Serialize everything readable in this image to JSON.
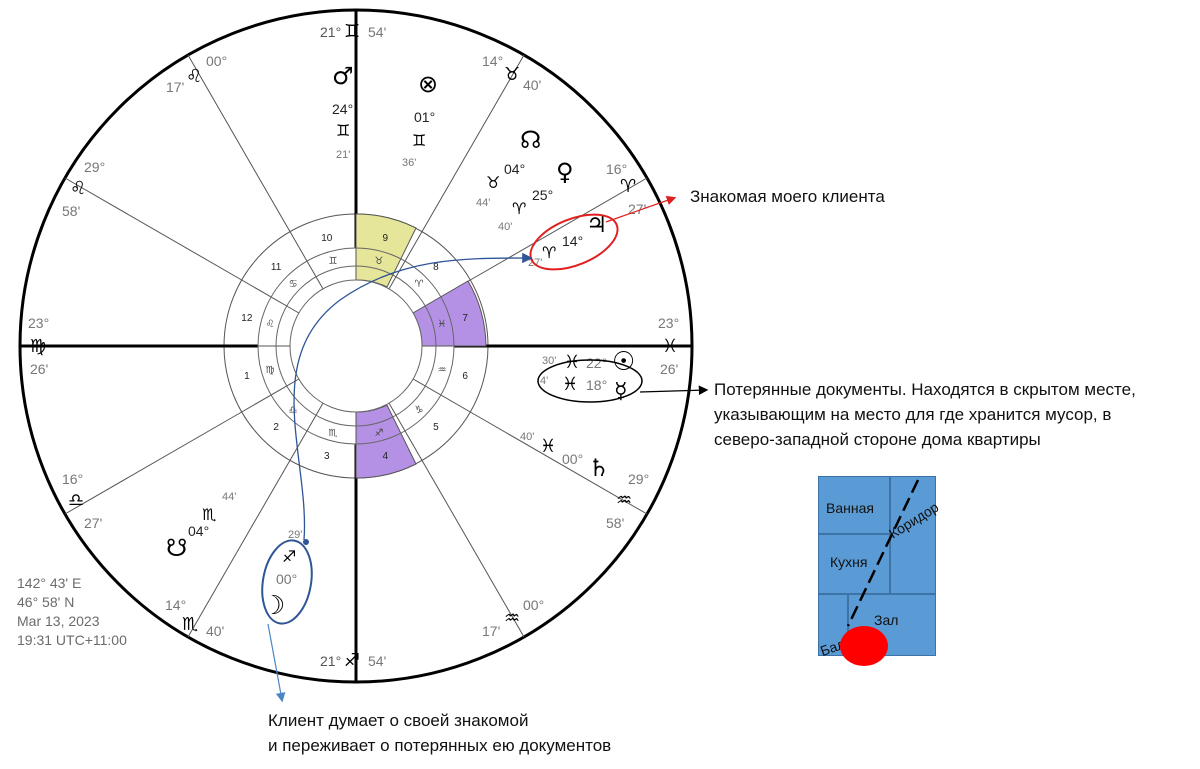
{
  "wheel": {
    "cusps": [
      {
        "id": "mc",
        "deg": "21°",
        "sign": "♊",
        "min": "54'"
      },
      {
        "id": "c11",
        "deg": "14°",
        "sign": "♉",
        "min": "40'"
      },
      {
        "id": "c12",
        "deg": "16°",
        "sign": "♈",
        "min": "27'"
      },
      {
        "id": "dsc",
        "deg": "23°",
        "sign": "♓",
        "min": "26'"
      },
      {
        "id": "c8",
        "deg": "29°",
        "sign": "♒",
        "min": "58'"
      },
      {
        "id": "c9",
        "deg": "00°",
        "sign": "♒",
        "min": "17'"
      },
      {
        "id": "ic",
        "deg": "21°",
        "sign": "♐",
        "min": "54'"
      },
      {
        "id": "c5",
        "deg": "14°",
        "sign": "♏",
        "min": "40'"
      },
      {
        "id": "c6",
        "deg": "16°",
        "sign": "♎",
        "min": "27'"
      },
      {
        "id": "asc",
        "deg": "23°",
        "sign": "♍",
        "min": "26'"
      },
      {
        "id": "c2",
        "deg": "29°",
        "sign": "♌",
        "min": "58'"
      },
      {
        "id": "c3",
        "deg": "00°",
        "sign": "♌",
        "min": "17'"
      }
    ],
    "planets": [
      {
        "id": "mars",
        "glyph": "♂",
        "deg": "24°",
        "sign": "♊",
        "min": "21'"
      },
      {
        "id": "fortune",
        "glyph": "⊗",
        "deg": "01°",
        "sign": "♊",
        "min": "36'"
      },
      {
        "id": "node",
        "glyph": "☊",
        "deg": "04°",
        "sign": "♉",
        "min": "44'"
      },
      {
        "id": "venus",
        "glyph": "♀",
        "deg": "25°",
        "sign": "♈",
        "min": "40'"
      },
      {
        "id": "jupiter",
        "glyph": "♃",
        "deg": "14°",
        "sign": "♈",
        "min": "27'"
      },
      {
        "id": "sun",
        "glyph": "☉",
        "deg": "22°",
        "sign": "♓",
        "min": "30'"
      },
      {
        "id": "mercury",
        "glyph": "☿",
        "deg": "18°",
        "sign": "♓",
        "min": "4'"
      },
      {
        "id": "saturn",
        "glyph": "♄",
        "deg": "00°",
        "sign": "♓",
        "min": "40'"
      },
      {
        "id": "south-node",
        "glyph": "☋",
        "deg": "04°",
        "sign": "♏",
        "min": "44'"
      },
      {
        "id": "moon",
        "glyph": "☽",
        "deg": "00°",
        "sign": "♐",
        "min": "29'"
      }
    ],
    "house_numbers": [
      "1",
      "2",
      "3",
      "4",
      "5",
      "6",
      "7",
      "8",
      "9",
      "10",
      "11",
      "12"
    ],
    "inner_signs": [
      "♍",
      "♎",
      "♏",
      "♐",
      "♑",
      "♒",
      "♓",
      "♈",
      "♉",
      "♊",
      "♋",
      "♌"
    ],
    "highlight_colors": {
      "house9": "#e6e69a",
      "house7": "#b591e6",
      "house4": "#b591e6"
    }
  },
  "coords": {
    "lon": "142° 43' E",
    "lat": "46° 58' N",
    "date": "Mar 13, 2023",
    "time": "19:31 UTC+11:00"
  },
  "annotations": {
    "acquaintance": "Знакомая моего клиента",
    "documents_line1": "Потерянные документы. Находятся в скрытом месте,",
    "documents_line2": "указывающим на место для где хранится мусор, в",
    "documents_line3": "северо-западной стороне дома квартиры",
    "client_line1": "Клиент думает о своей знакомой",
    "client_line2": "и переживает о потерянных ею документов"
  },
  "plan": {
    "bathroom": "Ванная",
    "corridor": "Коридор",
    "kitchen": "Кухня",
    "hall": "Зал",
    "balcony": "Бал",
    "marker_color": "#ff0000",
    "room_color": "#5b9bd5"
  },
  "colors": {
    "red_circle": "#e02020",
    "blue_circle": "#2f5597",
    "blue_arrow": "#4a86c5",
    "black": "#000000"
  }
}
